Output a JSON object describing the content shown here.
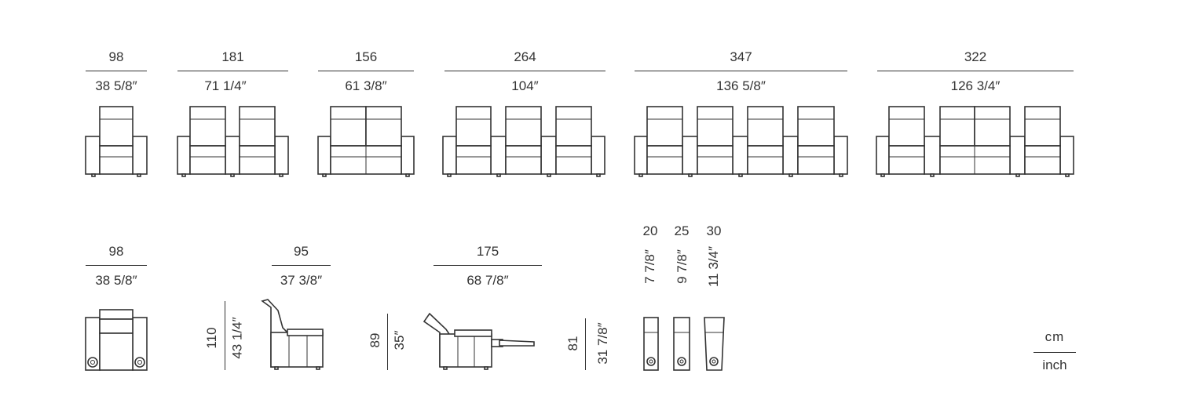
{
  "configs": [
    {
      "cm": "98",
      "inch": "38 5/8″"
    },
    {
      "cm": "181",
      "inch": "71 1/4″"
    },
    {
      "cm": "156",
      "inch": "61 3/8″"
    },
    {
      "cm": "264",
      "inch": "104″"
    },
    {
      "cm": "347",
      "inch": "136 5/8″"
    },
    {
      "cm": "322",
      "inch": "126 3/4″"
    }
  ],
  "single": {
    "front": {
      "cm": "98",
      "inch": "38 5/8″"
    },
    "side_upright": {
      "width_cm": "95",
      "width_inch": "37 3/8″",
      "height_cm": "110",
      "height_inch": "43 1/4″"
    },
    "side_reclined": {
      "width_cm": "175",
      "width_inch": "68 7/8″",
      "height_cm": "89",
      "height_inch": "35″"
    },
    "armrest_height": {
      "cm": "81",
      "inch": "31 7/8″"
    }
  },
  "armrests": [
    {
      "cm": "20",
      "inch": "7 7/8″"
    },
    {
      "cm": "25",
      "inch": "9 7/8″"
    },
    {
      "cm": "30",
      "inch": "11 3/4″"
    }
  ],
  "legend": {
    "cm": "cm",
    "inch": "inch"
  }
}
